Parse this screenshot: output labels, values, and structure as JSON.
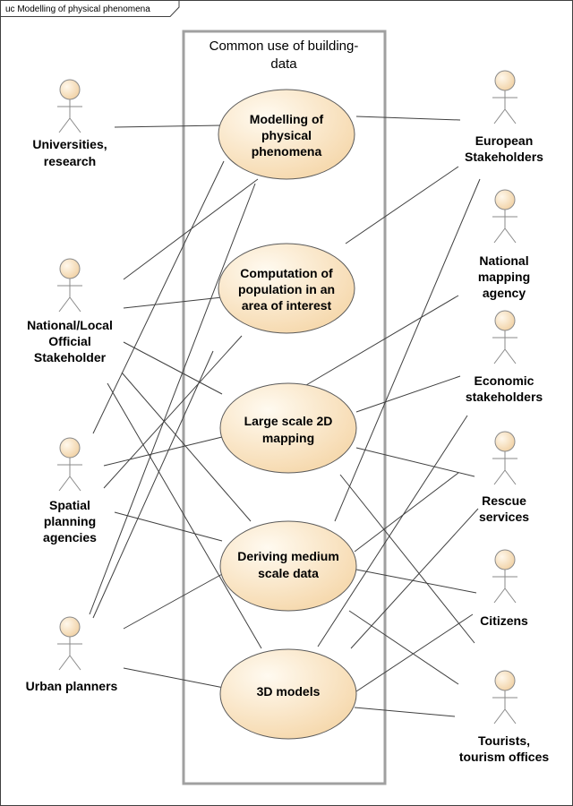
{
  "frame": {
    "label": "uc Modelling of physical phenomena"
  },
  "system": {
    "title_line1": "Common use of building-",
    "title_line2": "data"
  },
  "use_cases": [
    {
      "id": "uc-modelling",
      "lines": [
        "Modelling of",
        "physical",
        "phenomena"
      ]
    },
    {
      "id": "uc-population",
      "lines": [
        "Computation of",
        "population in an",
        "area of interest"
      ]
    },
    {
      "id": "uc-large-scale",
      "lines": [
        "Large scale 2D",
        "mapping"
      ]
    },
    {
      "id": "uc-medium-scale",
      "lines": [
        "Deriving medium",
        "scale data"
      ]
    },
    {
      "id": "uc-3d",
      "lines": [
        "3D models"
      ]
    }
  ],
  "actors_left": [
    {
      "id": "universities",
      "lines": [
        "Universities,",
        "research"
      ]
    },
    {
      "id": "national-local",
      "lines": [
        "National/Local",
        "Official",
        "Stakeholder"
      ]
    },
    {
      "id": "spatial-planning",
      "lines": [
        "Spatial",
        "planning",
        "agencies"
      ]
    },
    {
      "id": "urban-planners",
      "lines": [
        "Urban planners"
      ]
    }
  ],
  "actors_right": [
    {
      "id": "european",
      "lines": [
        "European",
        "Stakeholders"
      ]
    },
    {
      "id": "national-mapping",
      "lines": [
        "National",
        "mapping",
        "agency"
      ]
    },
    {
      "id": "economic",
      "lines": [
        "Economic",
        "stakeholders"
      ]
    },
    {
      "id": "rescue",
      "lines": [
        "Rescue",
        "services"
      ]
    },
    {
      "id": "citizens",
      "lines": [
        "Citizens"
      ]
    },
    {
      "id": "tourists",
      "lines": [
        "Tourists,",
        "tourism offices"
      ]
    }
  ],
  "colors": {
    "line": "#404040",
    "system_border": "#a0a0a0",
    "usecase_fill_light": "#fffaf0",
    "usecase_fill_dark": "#f6d9b0",
    "usecase_stroke": "#5a5a5a",
    "actor_fill": "#fde9c9",
    "actor_stroke": "#8a8a8a"
  }
}
